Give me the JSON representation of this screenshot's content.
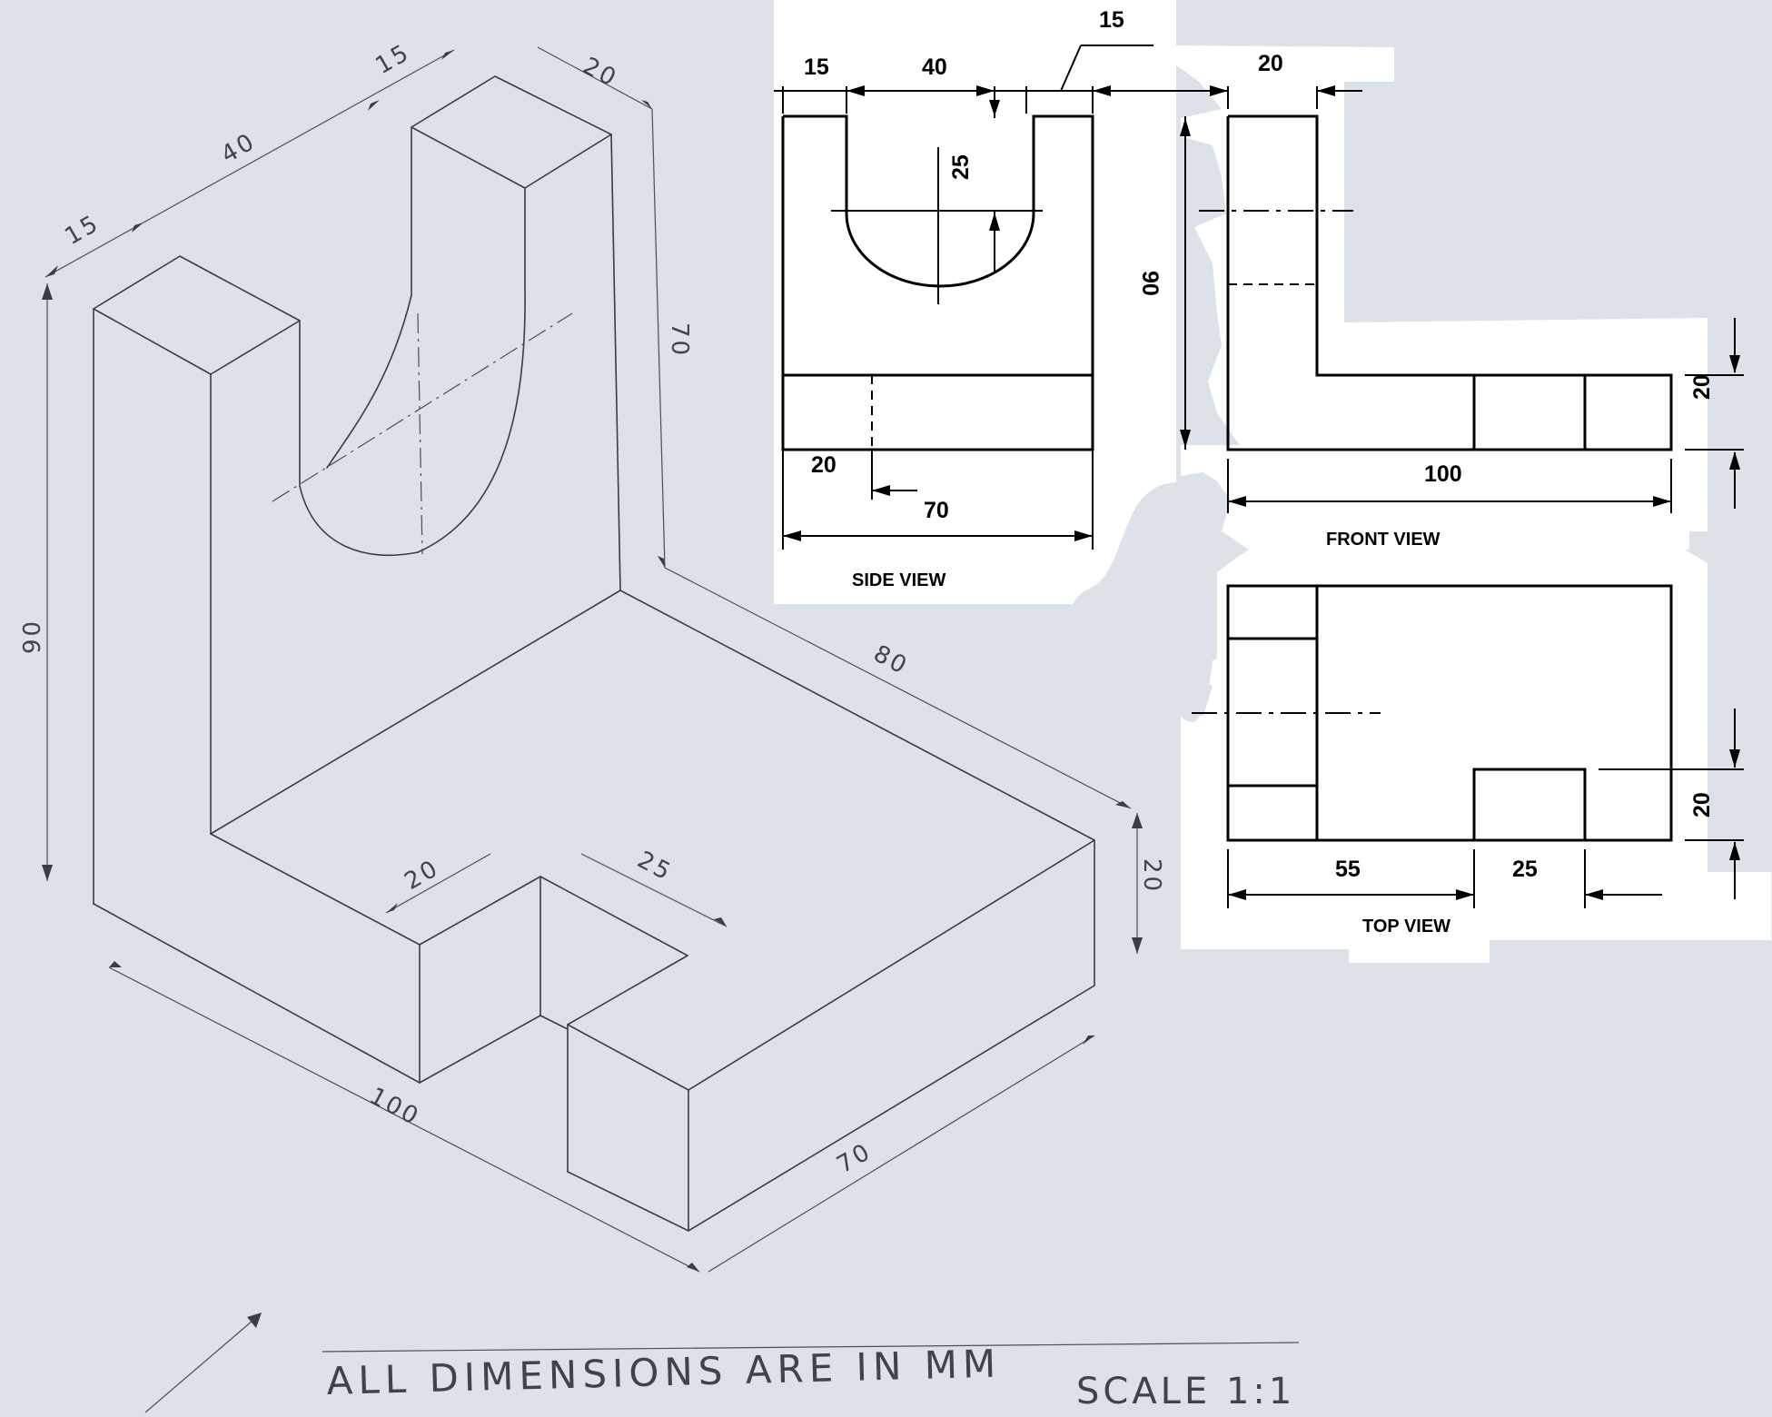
{
  "isometric": {
    "dims": {
      "top_left_15": "15",
      "top_40": "40",
      "top_right_15": "15",
      "top_20": "20",
      "height_70": "70",
      "height_90": "90",
      "depth_80": "80",
      "slot_20": "20",
      "slot_25": "25",
      "base_20": "20",
      "length_100": "100",
      "width_70": "70"
    },
    "note": "ALL DIMENSIONS ARE IN MM",
    "scale": "SCALE 1:1"
  },
  "side_view": {
    "label": "SIDE VIEW",
    "dims": {
      "top_15": "15",
      "top_40": "40",
      "top_right_15": "15",
      "radius_25": "25",
      "base_20": "20",
      "width_70": "70"
    }
  },
  "front_view": {
    "label": "FRONT VIEW",
    "dims": {
      "top_20": "20",
      "height_90": "90",
      "base_20": "20",
      "length_100": "100"
    }
  },
  "top_view": {
    "label": "TOP VIEW",
    "dims": {
      "side_20": "20",
      "left_55": "55",
      "slot_25": "25"
    }
  }
}
